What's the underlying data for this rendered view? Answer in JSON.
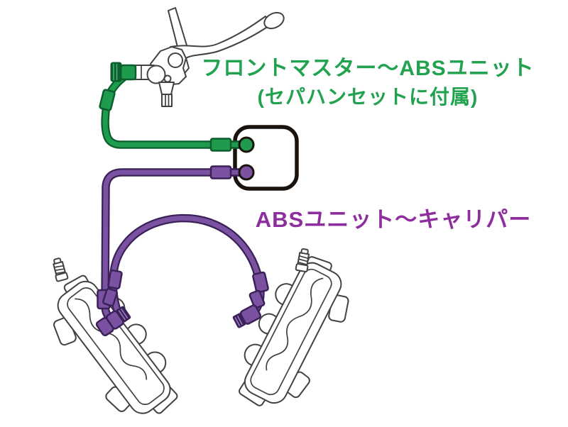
{
  "labels": {
    "green_route_title": "フロントマスター〜ABSユニット",
    "green_route_note": "(セパハンセットに付属)",
    "purple_route_title": "ABSユニット〜キャリパー"
  },
  "colors": {
    "background": "#ffffff",
    "outline": "#424242",
    "abs-outline": "#1a120c",
    "text-green": "#21a24f",
    "text-purple": "#8e2d9e",
    "hose-green": "#1f9b4d",
    "hose-green-dark": "#0c5e2e",
    "hose-purple": "#7b52a2",
    "hose-purple-dark": "#3a2158",
    "rib-green": "#43b06f",
    "rib-purple": "#9a7cc0"
  },
  "components": [
    "front-master-cylinder-with-lever",
    "abs-unit-box",
    "front-left-brake-caliper",
    "front-right-brake-caliper",
    "green-hose-master-to-abs",
    "purple-hose-abs-to-left-caliper",
    "purple-crossover-hose-left-to-right-caliper"
  ]
}
